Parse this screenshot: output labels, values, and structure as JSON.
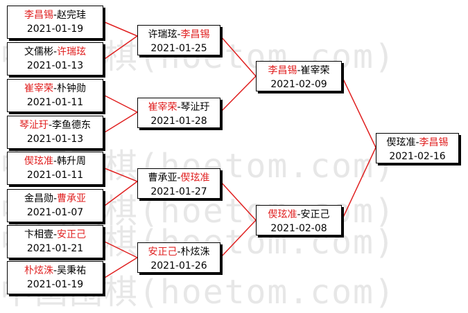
{
  "watermark": "中国围棋(hoetom.com)",
  "matches": {
    "r1_1": {
      "p1": "李昌锡",
      "p2": "赵完珪",
      "winner": 1,
      "date": "2021-01-19"
    },
    "r1_2": {
      "p1": "文儒彬",
      "p2": "许瑞玹",
      "winner": 2,
      "date": "2021-01-13"
    },
    "r1_3": {
      "p1": "崔宰荣",
      "p2": "朴钟勋",
      "winner": 1,
      "date": "2021-01-11"
    },
    "r1_4": {
      "p1": "琴沚玗",
      "p2": "李鱼德东",
      "winner": 1,
      "date": "2021-01-13"
    },
    "r1_5": {
      "p1": "偰玹准",
      "p2": "韩升周",
      "winner": 1,
      "date": "2021-01-11"
    },
    "r1_6": {
      "p1": "金昌勋",
      "p2": "曹承亚",
      "winner": 2,
      "date": "2021-01-07"
    },
    "r1_7": {
      "p1": "卞相壹",
      "p2": "安正己",
      "winner": 2,
      "date": "2021-01-21"
    },
    "r1_8": {
      "p1": "朴炫洙",
      "p2": "吴秉祐",
      "winner": 1,
      "date": "2021-01-19"
    },
    "r2_1": {
      "p1": "许瑞玹",
      "p2": "李昌锡",
      "winner": 2,
      "date": "2021-01-25"
    },
    "r2_2": {
      "p1": "崔宰荣",
      "p2": "琴沚玗",
      "winner": 1,
      "date": "2021-01-28"
    },
    "r2_3": {
      "p1": "曹承亚",
      "p2": "偰玹准",
      "winner": 2,
      "date": "2021-01-27"
    },
    "r2_4": {
      "p1": "安正己",
      "p2": "朴炫洙",
      "winner": 1,
      "date": "2021-01-26"
    },
    "r3_1": {
      "p1": "李昌锡",
      "p2": "崔宰荣",
      "winner": 1,
      "date": "2021-02-09"
    },
    "r3_2": {
      "p1": "偰玹准",
      "p2": "安正己",
      "winner": 1,
      "date": "2021-02-08"
    },
    "final": {
      "p1": "偰玹准",
      "p2": "李昌锡",
      "winner": 2,
      "date": "2021-02-16"
    }
  },
  "colors": {
    "winner": "#e02020",
    "line": "#e02020",
    "text": "#000000"
  }
}
